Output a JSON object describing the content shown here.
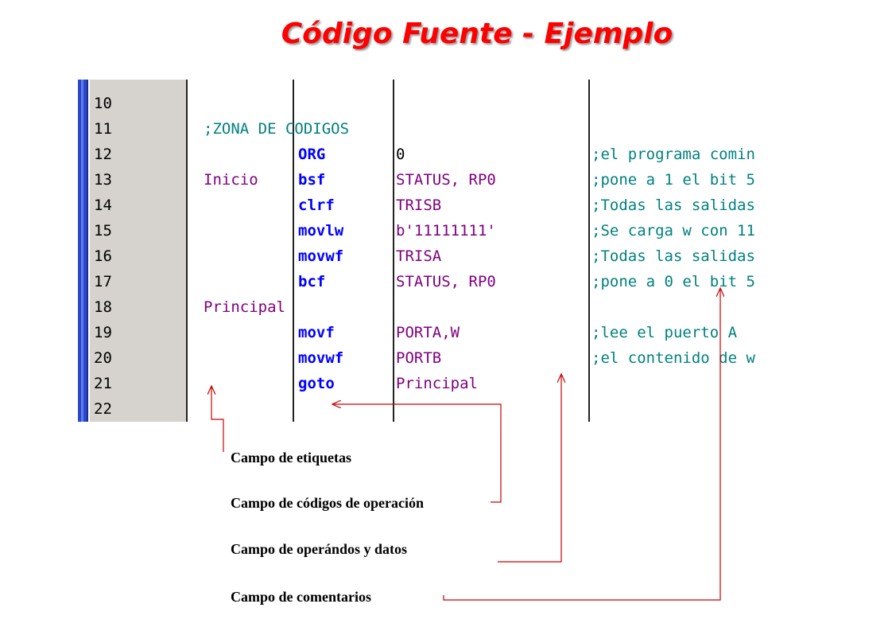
{
  "title": "Código Fuente - Ejemplo",
  "code_lines": [
    {
      "num": "10",
      "label": "",
      "op": "",
      "operand": "",
      "comment": ""
    },
    {
      "num": "11",
      "label": "",
      "op": "",
      "operand": "",
      "comment": ";ZONA DE CODIGOS"
    },
    {
      "num": "12",
      "label": "",
      "op": "ORG",
      "operand": "0",
      "comment": ";el programa comin"
    },
    {
      "num": "13",
      "label": "Inicio",
      "op": "bsf",
      "operand": "STATUS, RP0",
      "comment": ";pone a 1 el bit 5"
    },
    {
      "num": "14",
      "label": "",
      "op": "clrf",
      "operand": "TRISB",
      "comment": ";Todas las salidas"
    },
    {
      "num": "15",
      "label": "",
      "op": "movlw",
      "operand": "b'11111111'",
      "comment": ";Se carga w con 11"
    },
    {
      "num": "16",
      "label": "",
      "op": "movwf",
      "operand": "TRISA",
      "comment": ";Todas las salidas"
    },
    {
      "num": "17",
      "label": "",
      "op": "bcf",
      "operand": "STATUS, RP0",
      "comment": ";pone a 0 el bit 5"
    },
    {
      "num": "18",
      "label": "Principal",
      "op": "",
      "operand": "",
      "comment": ""
    },
    {
      "num": "19",
      "label": "",
      "op": "movf",
      "operand": "PORTA,W",
      "comment": ";lee el puerto A"
    },
    {
      "num": "20",
      "label": "",
      "op": "movwf",
      "operand": "PORTB",
      "comment": ";el contenido de w"
    },
    {
      "num": "21",
      "label": "",
      "op": "goto",
      "operand": "Principal",
      "comment": ""
    },
    {
      "num": "22",
      "label": "",
      "op": "",
      "operand": "",
      "comment": ""
    }
  ],
  "legend": {
    "labels_field": "Campo de etiquetas",
    "opcodes_field": "Campo de códigos de operación",
    "operands_field": "Campo de operándos y datos",
    "comments_field": "Campo de comentarios"
  },
  "colors": {
    "title": "#ff0000",
    "label": "#800080",
    "opcode": "#0000ff",
    "comment": "#008080",
    "arrow": "#cc0000",
    "gutter": "#d6d3ce"
  }
}
